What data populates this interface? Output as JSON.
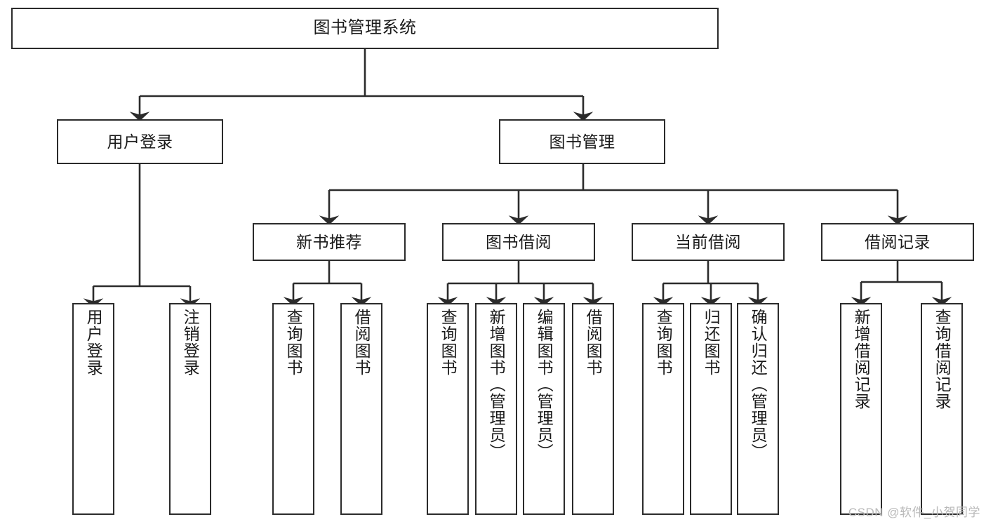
{
  "diagram": {
    "title": "图书管理系统",
    "type": "hierarchy-tree",
    "watermark": "CSDN @软件_小贺同学",
    "colors": {
      "box_border": "#2b2b2b",
      "box_fill": "#ffffff",
      "connector": "#2b2b2b",
      "text": "#1a1a1a",
      "watermark": "#b9b9b9"
    },
    "nodes": {
      "root": {
        "label": "图书管理系统",
        "level": 1
      },
      "user_login": {
        "label": "用户登录",
        "level": 2
      },
      "book_manage": {
        "label": "图书管理",
        "level": 2
      },
      "new_book_rec": {
        "label": "新书推荐",
        "level": 3
      },
      "book_borrow": {
        "label": "图书借阅",
        "level": 3
      },
      "current_borrow": {
        "label": "当前借阅",
        "level": 3
      },
      "borrow_record": {
        "label": "借阅记录",
        "level": 3
      },
      "leaf_user_login": {
        "label": "用户登录",
        "level": 3
      },
      "leaf_logout": {
        "label": "注销登录",
        "level": 3
      },
      "leaf_query_book_1": {
        "label": "查询图书",
        "level": 4
      },
      "leaf_borrow_book_1": {
        "label": "借阅图书",
        "level": 4
      },
      "leaf_query_book_2": {
        "label": "查询图书",
        "level": 4
      },
      "leaf_add_book": {
        "label": "新增图书（管理员）",
        "level": 4
      },
      "leaf_edit_book": {
        "label": "编辑图书（管理员）",
        "level": 4
      },
      "leaf_borrow_book_2": {
        "label": "借阅图书",
        "level": 4
      },
      "leaf_query_book_3": {
        "label": "查询图书",
        "level": 4
      },
      "leaf_return_book": {
        "label": "归还图书",
        "level": 4
      },
      "leaf_confirm_return": {
        "label": "确认归还（管理员）",
        "level": 4
      },
      "leaf_add_record": {
        "label": "新增借阅记录",
        "level": 4
      },
      "leaf_query_record": {
        "label": "查询借阅记录",
        "level": 4
      }
    }
  }
}
